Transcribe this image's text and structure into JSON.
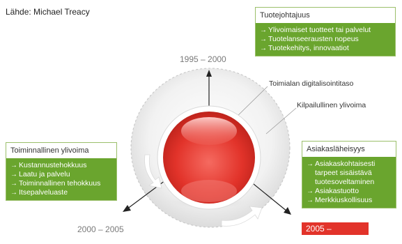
{
  "source": "Lähde: Michael Treacy",
  "years": {
    "top": "1995 – 2000",
    "left": "2000 – 2005",
    "right": "2005 –"
  },
  "labels": {
    "digitalization": "Toimialan digitalisointitaso",
    "competitive": "Kilpailullinen ylivoima"
  },
  "panels": {
    "product": {
      "title": "Tuotejohtajuus",
      "items": [
        "Ylivoimaiset tuotteet tai palvelut",
        "Tuotelanseerausten nopeus",
        "Tuotekehitys, innovaatiot"
      ]
    },
    "operational": {
      "title": "Toiminnallinen ylivoima",
      "items": [
        "Kustannustehokkuus",
        "Laatu ja palvelu",
        "Toiminnallinen tehokkuus",
        "Itsepalveluaste"
      ]
    },
    "customer": {
      "title": "Asiakasläheisyys",
      "items": [
        "Asiakaskohtaisesti tarpeet sisäistävä tuotesoveltaminen",
        "Asiakastuotto",
        "Merkkiuskollisuus"
      ]
    }
  },
  "colors": {
    "green": "#6aa52e",
    "red": "#e2332a"
  }
}
